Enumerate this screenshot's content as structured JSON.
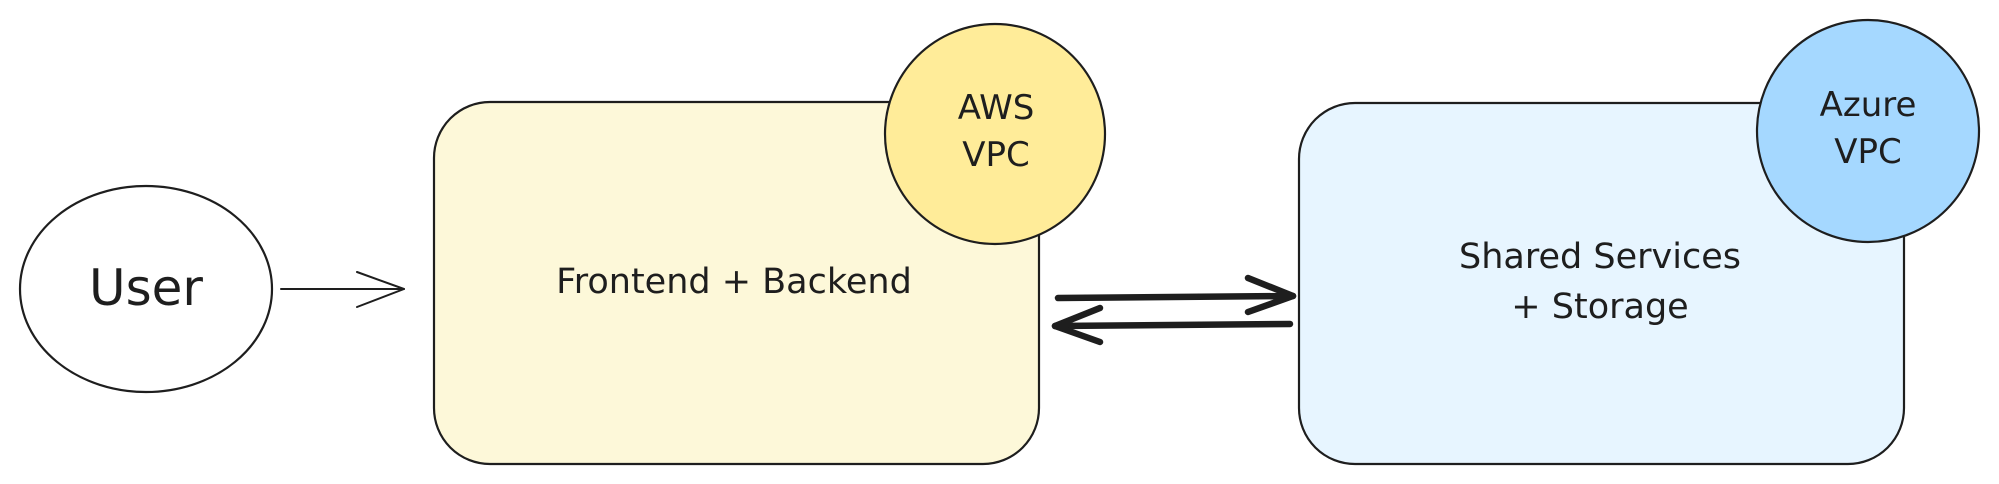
{
  "nodes": {
    "user": {
      "label": "User"
    },
    "frontend_box": {
      "label": "Frontend + Backend",
      "fill": "#fdf8d9",
      "stroke": "#1e1e1e"
    },
    "aws_badge": {
      "line1": "AWS",
      "line2": "VPC",
      "fill": "#ffec99"
    },
    "shared_box": {
      "line1": "Shared Services",
      "line2": "+ Storage",
      "fill": "#e7f5ff",
      "stroke": "#1e1e1e"
    },
    "azure_badge": {
      "line1": "Azure",
      "line2": "VPC",
      "fill": "#a5d8ff"
    }
  },
  "edges": [
    {
      "from": "user",
      "to": "frontend_box",
      "style": "thin"
    },
    {
      "from": "frontend_box",
      "to": "shared_box",
      "style": "bold"
    },
    {
      "from": "shared_box",
      "to": "frontend_box",
      "style": "bold"
    }
  ],
  "colors": {
    "stroke": "#1e1e1e",
    "background": "#ffffff"
  }
}
